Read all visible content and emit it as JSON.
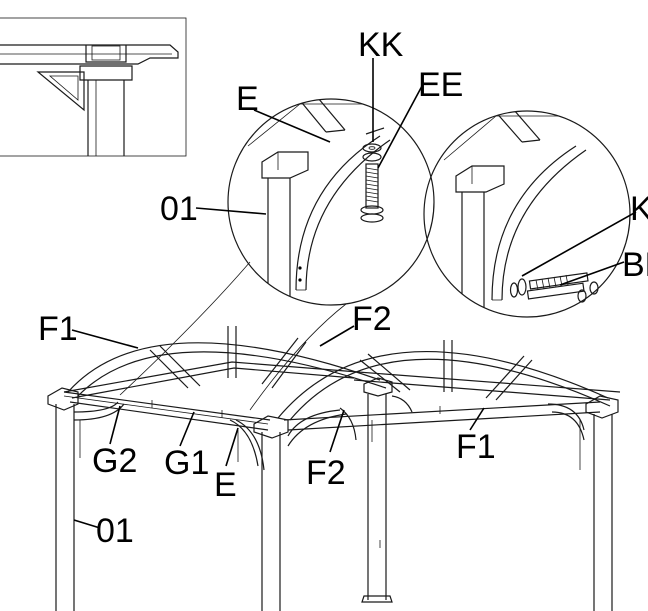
{
  "diagram": {
    "part_labels": {
      "kk_top": "KK",
      "ee_top": "EE",
      "e_top": "E",
      "post_top": "01",
      "k_right": "K",
      "be_right": "BE",
      "f1_left": "F1",
      "f2_top": "F2",
      "g2": "G2",
      "g1": "G1",
      "e_bottom": "E",
      "f2_bottom": "F2",
      "f1_right": "F1",
      "post_bottom": "01"
    }
  }
}
